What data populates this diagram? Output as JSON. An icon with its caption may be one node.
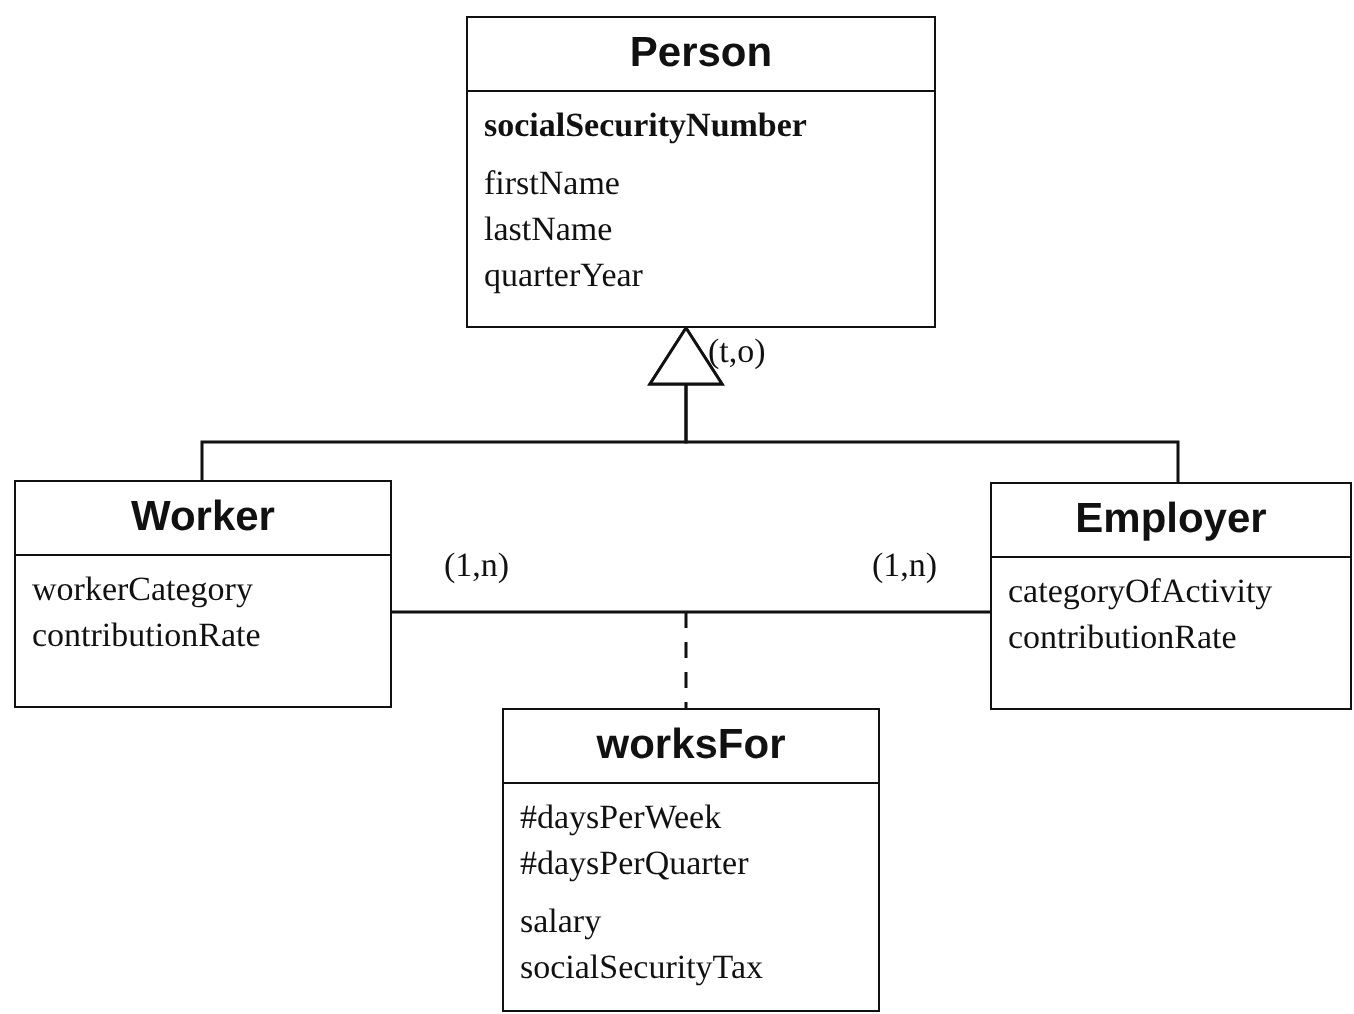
{
  "diagram": {
    "nodes": [
      {
        "text": [
          "Person",
          "**socialSecurityNumber**",
          "firstName",
          "lastName",
          "quarterYear"
        ]
      },
      {
        "text": [
          "Worker",
          "workerCategory",
          "contributionRate"
        ]
      },
      {
        "text": [
          "Employer",
          "categoryOfActivity",
          "contributionRate"
        ]
      },
      {
        "text": [
          "worksFor",
          "#daysPerWeek",
          "#daysPerQuarter",
          "salary",
          "socialSecurityTax"
        ]
      }
    ],
    "edges": [
      {
        "from": 1,
        "to": 0,
        "arrow": "to"
      },
      {
        "from": 2,
        "to": 0,
        "arrow": "to"
      },
      {
        "from": 1,
        "to": 2,
        "arrow": "none"
      },
      {
        "from": null,
        "to": 3,
        "arrow": "none",
        "style": "dashed"
      }
    ],
    "labels": [
      "(t,o)",
      "(1,n)",
      "(1,n)"
    ]
  }
}
